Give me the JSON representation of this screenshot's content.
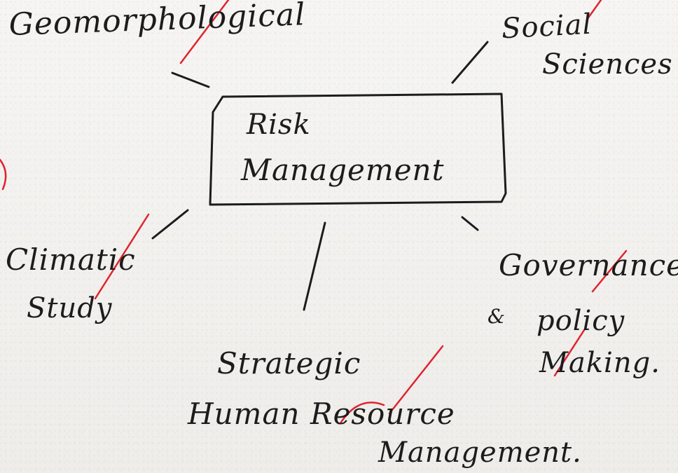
{
  "center": {
    "line1": "Risk",
    "line2": "Management"
  },
  "branches": {
    "geomorphological": "Geomorphological",
    "social_line1": "Social",
    "social_line2": "Sciences",
    "climatic_line1": "Climatic",
    "climatic_line2": "Study",
    "governance_line1": "Governance",
    "governance_amp": "&",
    "governance_line2": "policy",
    "governance_line3": "Making.",
    "strategic_line1": "Strategic",
    "strategic_line2": "Human Resource",
    "strategic_line3": "Management."
  },
  "colors": {
    "ink": "#1c1c1c",
    "correction_ink": "#e0232f",
    "paper": "#f3f2f0"
  }
}
